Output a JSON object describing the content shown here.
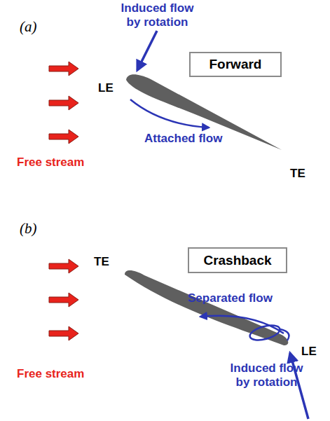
{
  "diagram": {
    "nodes": [
      {
        "text": [
          "Forward"
        ]
      },
      {
        "text": [
          "Crashback"
        ]
      }
    ],
    "labels": [
      "(a)",
      "Induced flow by rotation",
      "LE",
      "Attached flow",
      "Free stream",
      "TE",
      "(b)",
      "TE",
      "Separated flow",
      "LE",
      "Free stream",
      "Induced flow by rotation"
    ]
  }
}
